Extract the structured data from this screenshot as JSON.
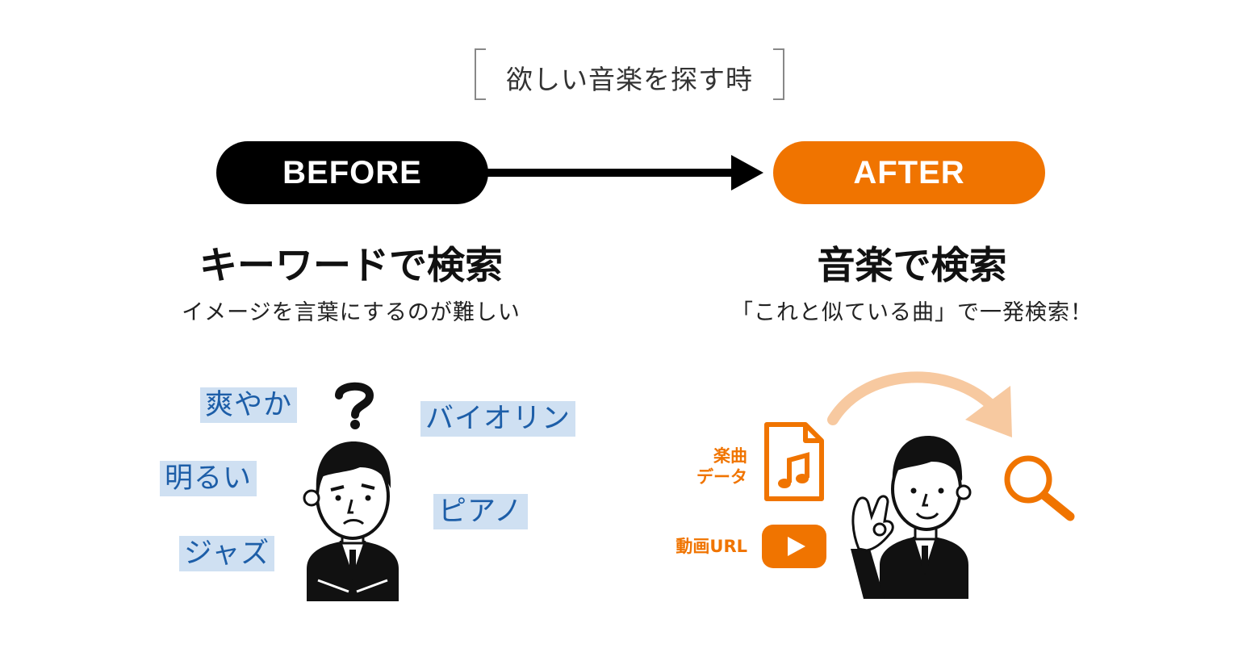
{
  "header": {
    "title": "欲しい音楽を探す時"
  },
  "before": {
    "badge": "BEFORE",
    "heading": "キーワードで検索",
    "subtitle": "イメージを言葉にするのが難しい",
    "keywords": [
      "爽やか",
      "バイオリン",
      "明るい",
      "ピアノ",
      "ジャズ"
    ]
  },
  "after": {
    "badge": "AFTER",
    "heading": "音楽で検索",
    "subtitle": "「これと似ている曲」で一発検索！",
    "labels": {
      "music_data_line1": "楽曲",
      "music_data_line2": "データ",
      "video_url": "動画URL"
    }
  },
  "colors": {
    "accent": "#f07400",
    "keyword_bg": "#cfe0f2",
    "keyword_text": "#1d5ea8",
    "arc": "#f7c9a0"
  },
  "icons": [
    "arrow-right-icon",
    "question-mark-icon",
    "confused-man-icon",
    "music-file-icon",
    "play-button-icon",
    "ok-sign-man-icon",
    "curved-arrow-icon",
    "search-icon"
  ]
}
